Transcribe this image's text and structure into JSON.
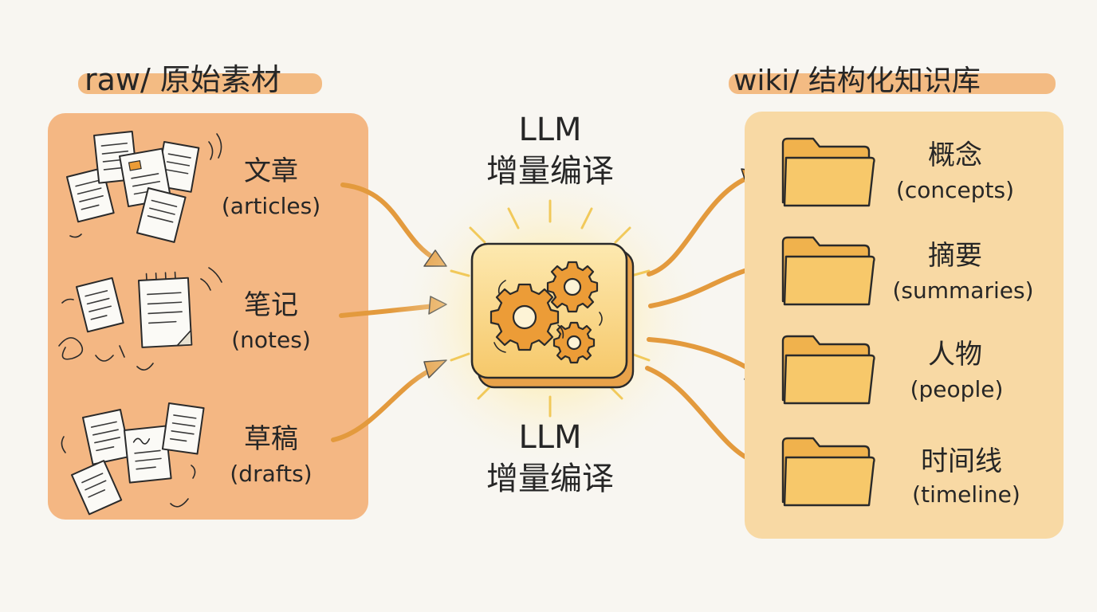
{
  "left_panel": {
    "title": "raw/ 原始素材",
    "items": [
      {
        "cn": "文章",
        "en": "(articles)"
      },
      {
        "cn": "笔记",
        "en": "(notes)"
      },
      {
        "cn": "草稿",
        "en": "(drafts)"
      }
    ]
  },
  "center": {
    "top_label": {
      "line1": "LLM",
      "line2": "增量编译"
    },
    "bottom_label": {
      "line1": "LLM",
      "line2": "增量编译"
    },
    "engine_icon": "gears-icon"
  },
  "right_panel": {
    "title": "wiki/ 结构化知识库",
    "items": [
      {
        "cn": "概念",
        "en": "(concepts)"
      },
      {
        "cn": "摘要",
        "en": "(summaries)"
      },
      {
        "cn": "人物",
        "en": "(people)"
      },
      {
        "cn": "时间线",
        "en": "(timeline)"
      }
    ]
  },
  "colors": {
    "left_panel_fill": "#f4b783",
    "right_panel_fill": "#f8d9a4",
    "title_highlight": "#f3bb83",
    "arrow": "#e39a3d",
    "folder": "#f7c86a",
    "gear": "#ec9c37",
    "glow": "#fbe48f"
  }
}
